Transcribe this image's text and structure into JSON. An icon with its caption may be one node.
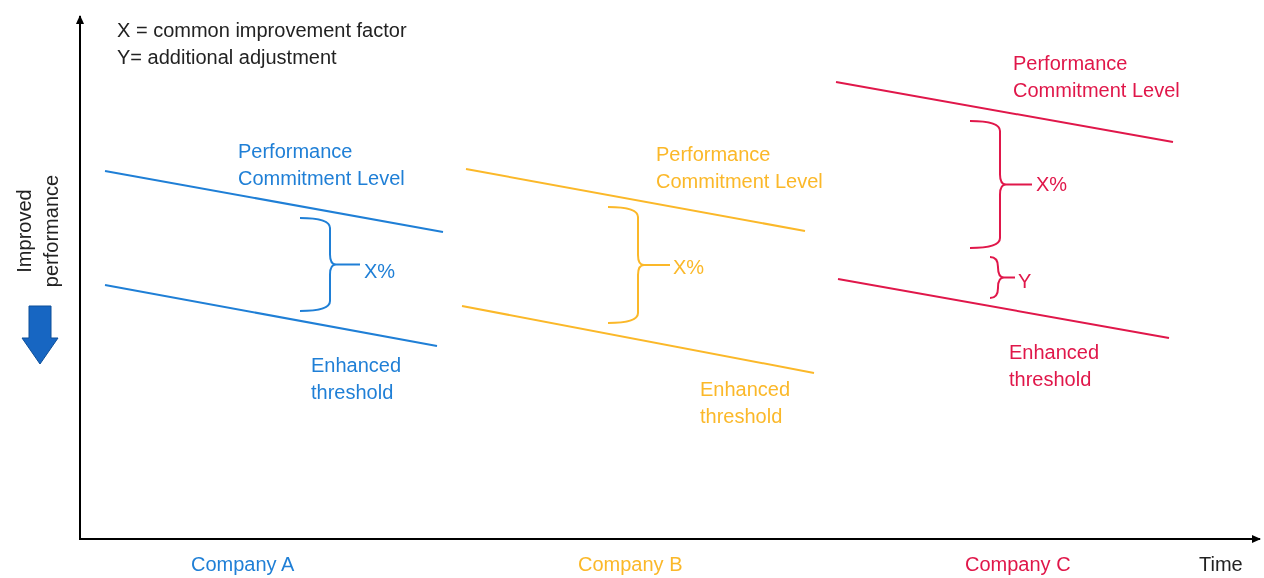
{
  "diagram": {
    "labels": [
      "X = common improvement factor",
      "Y= additional adjustment",
      "Performance Commitment Level",
      "Performance Commitment Level",
      "Performance Commitment Level",
      "X%",
      "Improved performance",
      "X%",
      "X%",
      "Y",
      "Enhanced threshold",
      "Enhanced threshold",
      "Enhanced threshold",
      "Company A",
      "Company B",
      "Company C",
      "Time"
    ]
  }
}
